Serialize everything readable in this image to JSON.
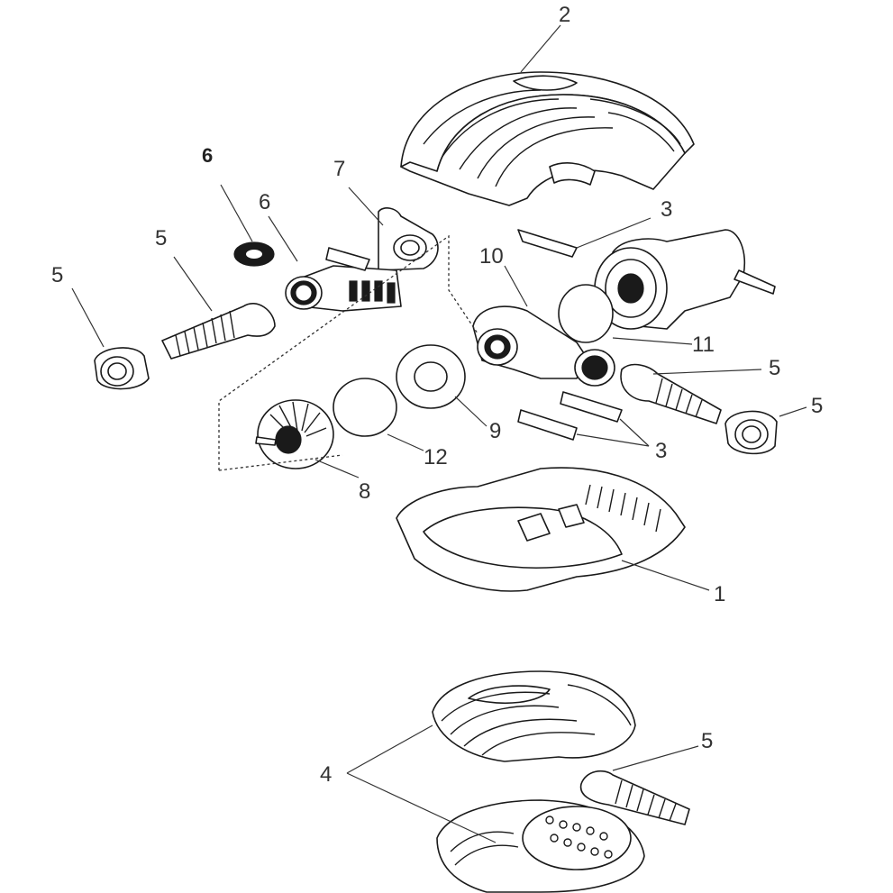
{
  "diagram": {
    "labels": {
      "p1": "1",
      "p2": "2",
      "p3a": "3",
      "p3b": "3",
      "p4": "4",
      "p5a": "5",
      "p5b": "5",
      "p5c": "5",
      "p5d": "5",
      "p5e": "5",
      "p6a": "6",
      "p6b": "6",
      "p7": "7",
      "p8": "8",
      "p9": "9",
      "p10": "10",
      "p11": "11",
      "p12": "12"
    }
  }
}
